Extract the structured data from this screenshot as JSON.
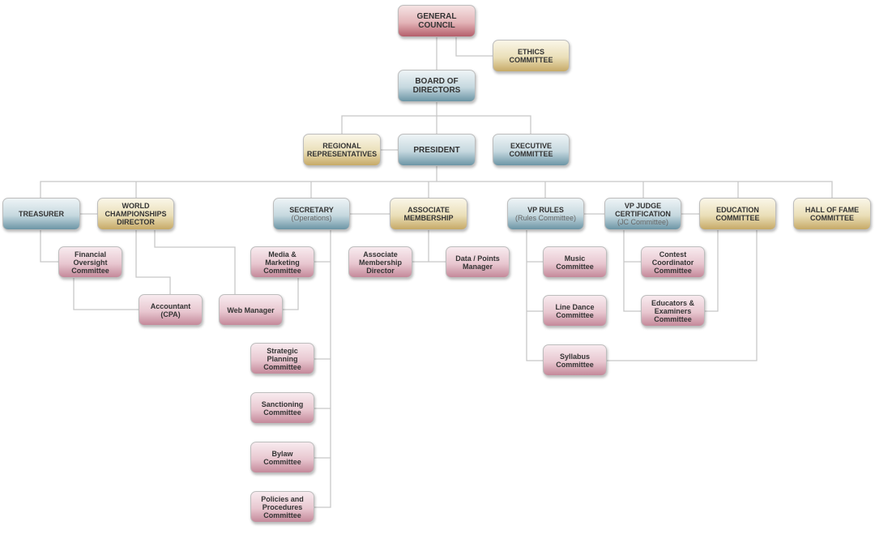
{
  "title": "Organizational Chart",
  "nodes": [
    {
      "id": "general_council",
      "lines": [
        "GENERAL",
        "COUNCIL"
      ],
      "color": "red"
    },
    {
      "id": "ethics_committee",
      "lines": [
        "ETHICS",
        "COMMITTEE"
      ],
      "color": "gold"
    },
    {
      "id": "board_of_directors",
      "lines": [
        "BOARD OF",
        "DIRECTORS"
      ],
      "color": "blue"
    },
    {
      "id": "regional_representatives",
      "lines": [
        "REGIONAL",
        "REPRESENTATIVES"
      ],
      "color": "gold"
    },
    {
      "id": "president",
      "lines": [
        "PRESIDENT"
      ],
      "color": "blue"
    },
    {
      "id": "executive_committee",
      "lines": [
        "EXECUTIVE",
        "COMMITTEE"
      ],
      "color": "blue"
    },
    {
      "id": "treasurer",
      "lines": [
        "TREASURER"
      ],
      "color": "blue"
    },
    {
      "id": "world_championships_director",
      "lines": [
        "WORLD",
        "CHAMPIONSHIPS",
        "DIRECTOR"
      ],
      "color": "gold"
    },
    {
      "id": "secretary",
      "lines": [
        "SECRETARY"
      ],
      "sub": "(Operations)",
      "color": "blue"
    },
    {
      "id": "associate_membership",
      "lines": [
        "ASSOCIATE",
        "MEMBERSHIP"
      ],
      "color": "gold"
    },
    {
      "id": "vp_rules",
      "lines": [
        "VP RULES"
      ],
      "sub": "(Rules Committee)",
      "color": "blue"
    },
    {
      "id": "vp_judge_certification",
      "lines": [
        "VP JUDGE",
        "CERTIFICATION"
      ],
      "sub": "(JC Committee)",
      "color": "blue"
    },
    {
      "id": "education_committee",
      "lines": [
        "EDUCATION",
        "COMMITTEE"
      ],
      "color": "gold"
    },
    {
      "id": "hall_of_fame_committee",
      "lines": [
        "HALL OF FAME",
        "COMMITTEE"
      ],
      "color": "gold"
    },
    {
      "id": "financial_oversight_committee",
      "lines": [
        "Financial",
        "Oversight",
        "Committee"
      ],
      "color": "pink"
    },
    {
      "id": "accountant",
      "lines": [
        "Accountant",
        "(CPA)"
      ],
      "color": "pink"
    },
    {
      "id": "web_manager",
      "lines": [
        "Web Manager"
      ],
      "color": "pink"
    },
    {
      "id": "media_marketing_committee",
      "lines": [
        "Media &",
        "Marketing",
        "Committee"
      ],
      "color": "pink"
    },
    {
      "id": "strategic_planning_committee",
      "lines": [
        "Strategic",
        "Planning",
        "Committee"
      ],
      "color": "pink"
    },
    {
      "id": "sanctioning_committee",
      "lines": [
        "Sanctioning",
        "Committee"
      ],
      "color": "pink"
    },
    {
      "id": "bylaw_committee",
      "lines": [
        "Bylaw",
        "Committee"
      ],
      "color": "pink"
    },
    {
      "id": "policies_procedures_committee",
      "lines": [
        "Policies and",
        "Procedures",
        "Committee"
      ],
      "color": "pink"
    },
    {
      "id": "associate_membership_director",
      "lines": [
        "Associate",
        "Membership",
        "Director"
      ],
      "color": "pink"
    },
    {
      "id": "data_points_manager",
      "lines": [
        "Data / Points",
        "Manager"
      ],
      "color": "pink"
    },
    {
      "id": "music_committee",
      "lines": [
        "Music",
        "Committee"
      ],
      "color": "pink"
    },
    {
      "id": "line_dance_committee",
      "lines": [
        "Line Dance",
        "Committee"
      ],
      "color": "pink"
    },
    {
      "id": "syllabus_committee",
      "lines": [
        "Syllabus",
        "Committee"
      ],
      "color": "pink"
    },
    {
      "id": "contest_coordinator_committee",
      "lines": [
        "Contest",
        "Coordinator",
        "Committee"
      ],
      "color": "pink"
    },
    {
      "id": "educators_examiners_committee",
      "lines": [
        "Educators &",
        "Examiners",
        "Committee"
      ],
      "color": "pink"
    }
  ]
}
